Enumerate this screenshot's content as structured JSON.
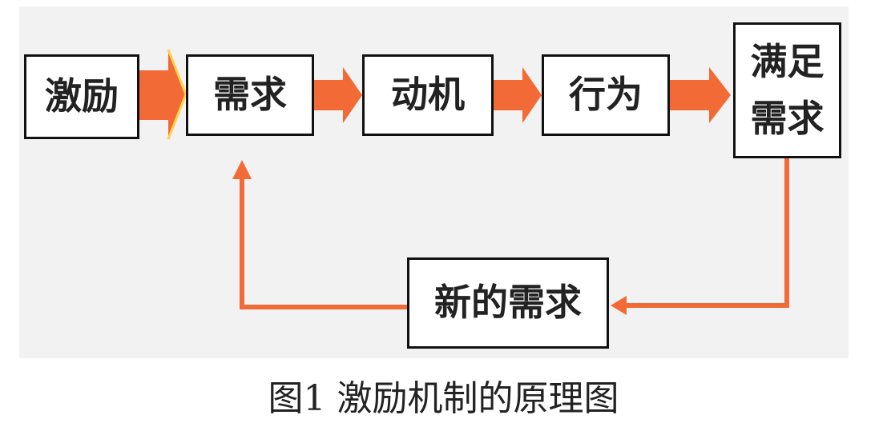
{
  "diagram": {
    "nodes": {
      "stimulus": "激励",
      "need": "需求",
      "motivation": "动机",
      "behavior": "行为",
      "satisfy_line1": "满足",
      "satisfy_line2": "需求",
      "new_need": "新的需求"
    },
    "colors": {
      "panel": "#f2f2f2",
      "arrow": "#f26a35",
      "arrow_highlight": "#ffd24a",
      "border": "#111111"
    }
  },
  "caption": "图1  激励机制的原理图"
}
